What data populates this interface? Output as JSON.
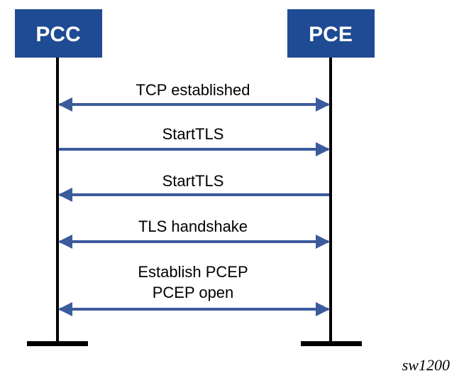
{
  "colors": {
    "node_fill": "#1f4a94",
    "node_text": "#ffffff",
    "arrow": "#3b5b9d",
    "lifeline": "#000000"
  },
  "participants": {
    "left": {
      "label": "PCC"
    },
    "right": {
      "label": "PCE"
    }
  },
  "messages": [
    {
      "lines": [
        "TCP established"
      ],
      "direction": "both"
    },
    {
      "lines": [
        "StartTLS"
      ],
      "direction": "right"
    },
    {
      "lines": [
        "StartTLS"
      ],
      "direction": "left"
    },
    {
      "lines": [
        "TLS handshake"
      ],
      "direction": "both"
    },
    {
      "lines": [
        "Establish PCEP",
        "PCEP open"
      ],
      "direction": "both"
    }
  ],
  "figure_id": "sw1200"
}
